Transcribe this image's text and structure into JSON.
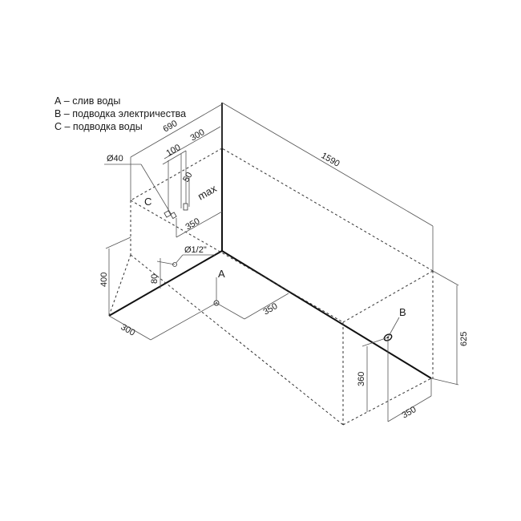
{
  "legend": {
    "a": "А – слив воды",
    "b": "В – подводка электричества",
    "c": "С – подводка воды"
  },
  "dimensions": {
    "length": "1590",
    "width": "690",
    "d300_top": "300",
    "d100": "100",
    "d40": "Ø40",
    "d50": "50",
    "max": "max",
    "d350_upper": "350",
    "d12": "Ø1/2\"",
    "d80": "80",
    "d400": "400",
    "d300_left": "300",
    "d350_drain": "350",
    "d360": "360",
    "d350_right": "350",
    "d625": "625"
  },
  "markers": {
    "a": "A",
    "b": "B",
    "c": "C"
  }
}
